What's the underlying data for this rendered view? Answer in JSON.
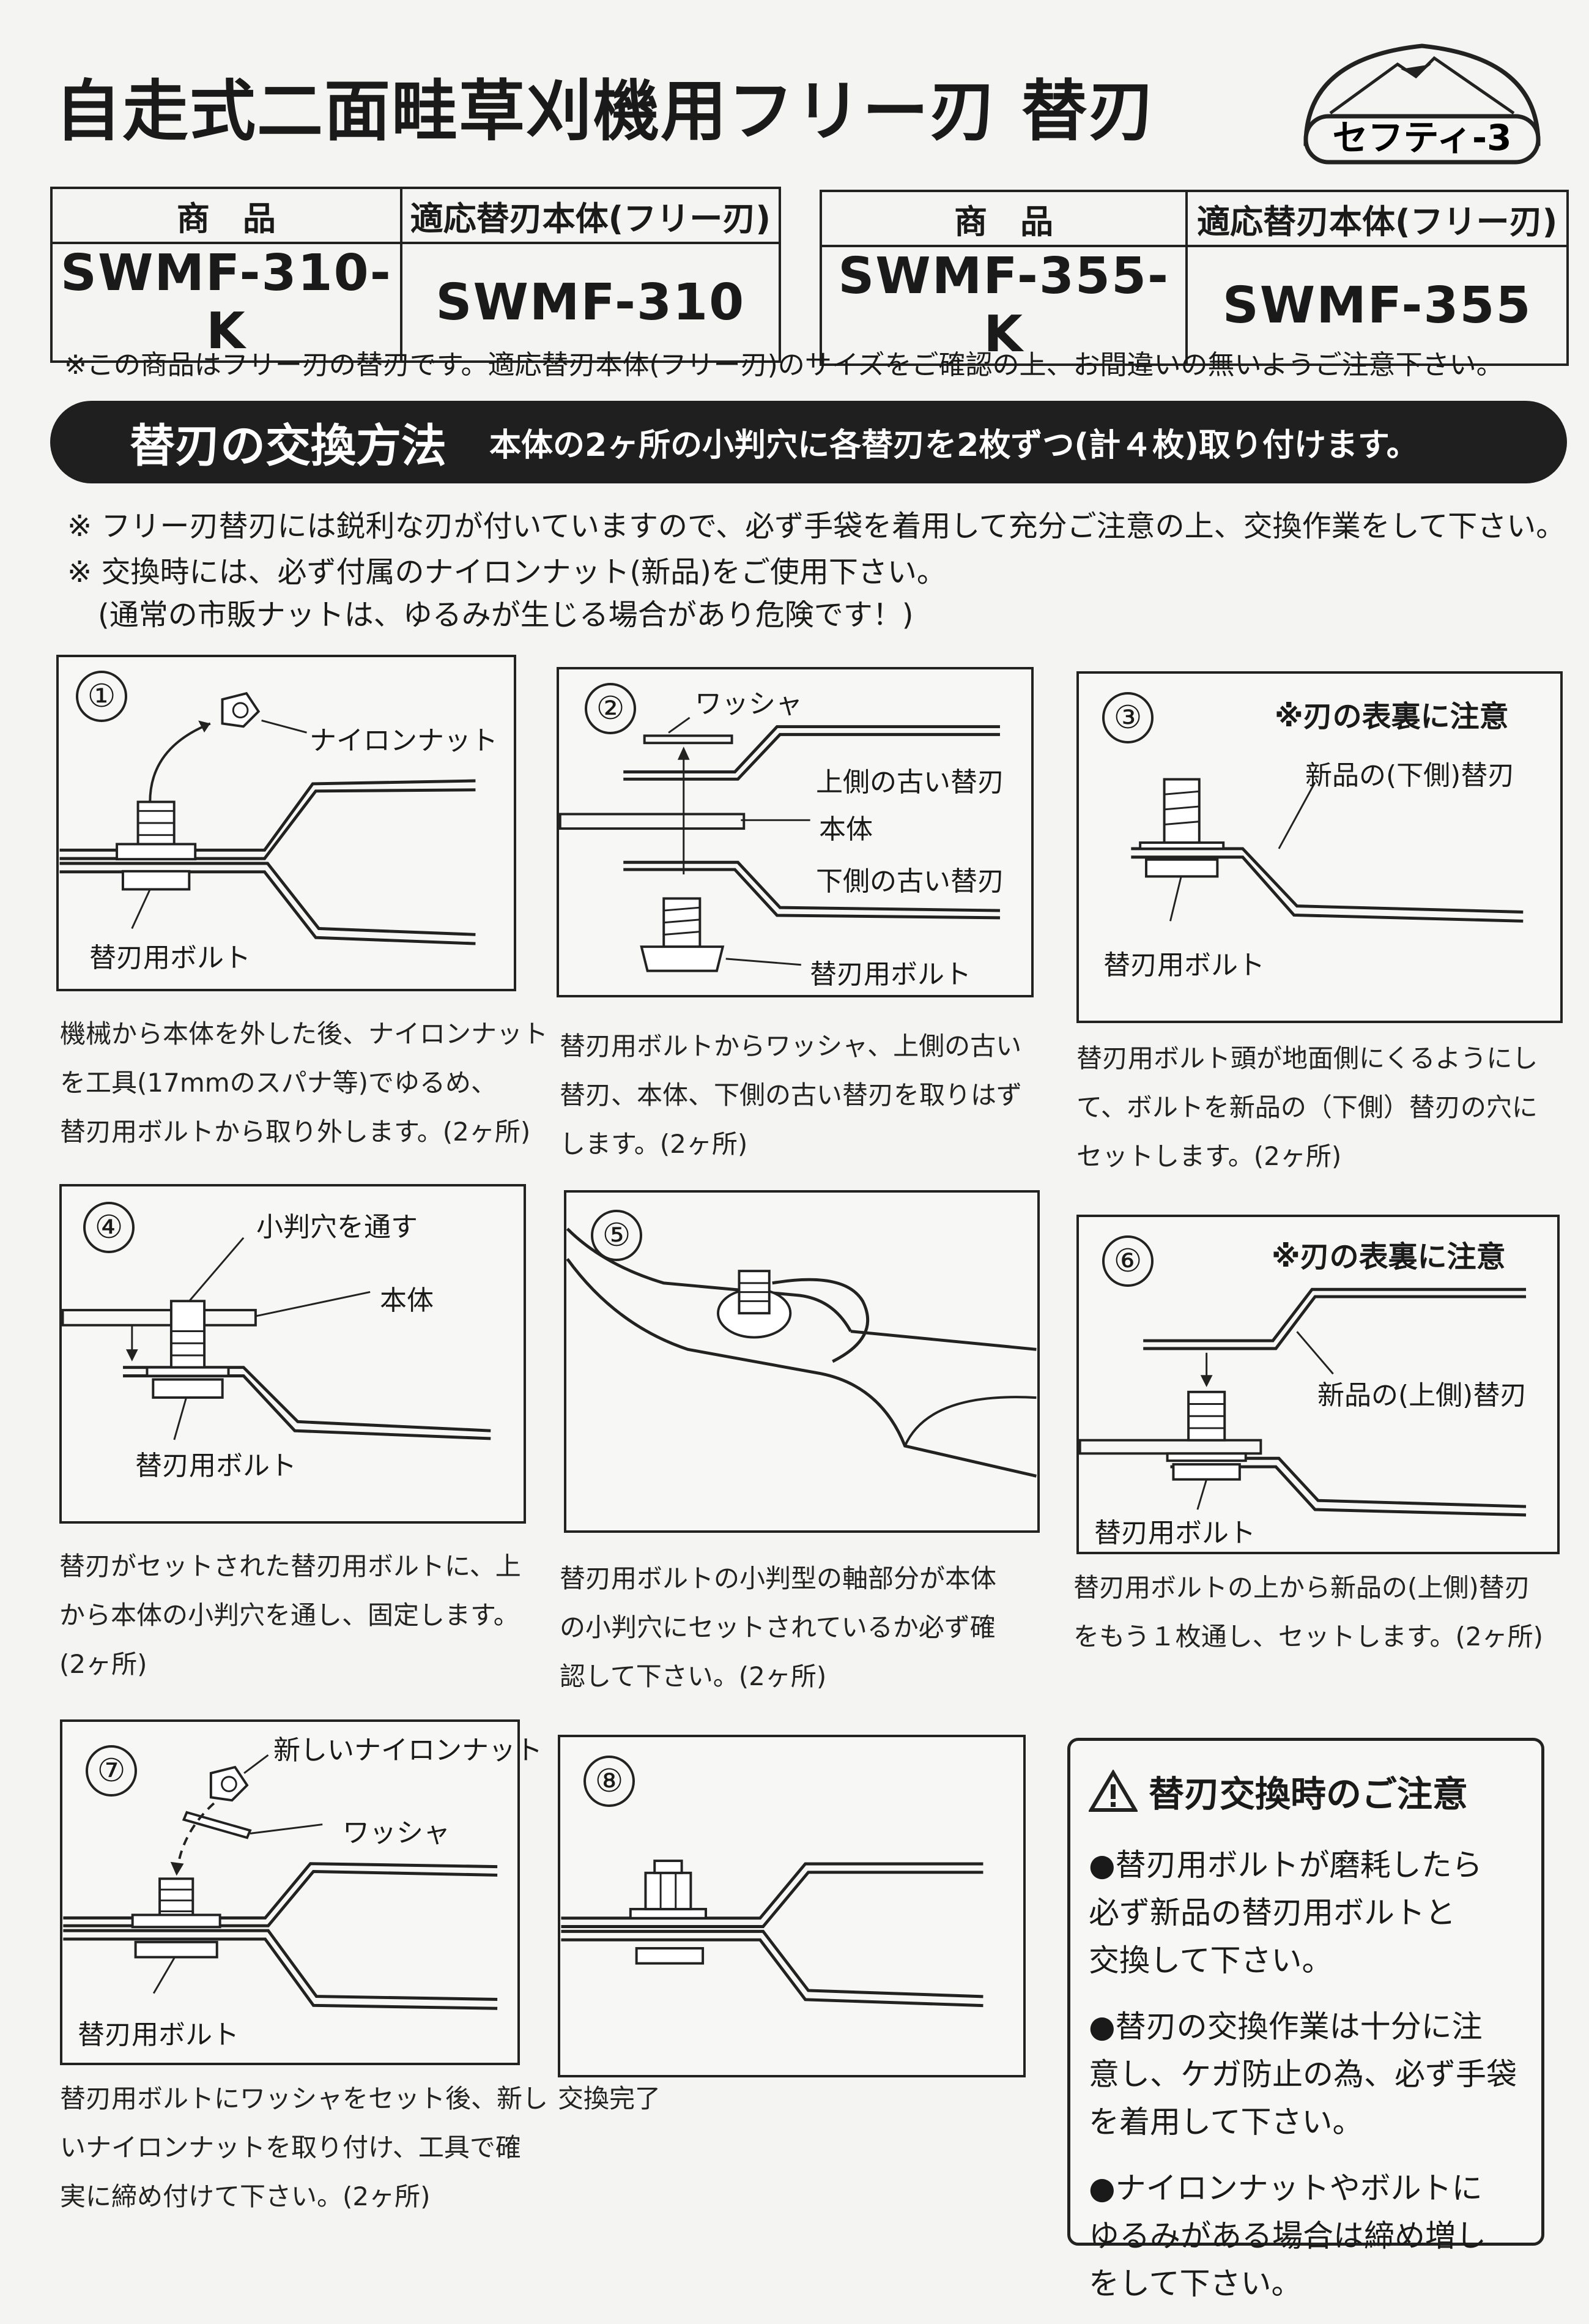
{
  "title": "自走式二面畦草刈機用フリー刃 替刃",
  "logo_text": "セフティ-3",
  "tables": [
    {
      "head_product": "商　品",
      "head_body": "適応替刃本体(フリー刃)",
      "product": "SWMF-310-K",
      "body": "SWMF-310"
    },
    {
      "head_product": "商　品",
      "head_body": "適応替刃本体(フリー刃)",
      "product": "SWMF-355-K",
      "body": "SWMF-355"
    }
  ],
  "note_top": "※この商品はフリー刃の替刃です。適応替刃本体(フリー刃)のサイズをご確認の上、お間違いの無いようご注意下さい。",
  "banner": {
    "title": "替刃の交換方法",
    "subtitle": "本体の2ヶ所の小判穴に各替刃を2枚ずつ(計４枚)取り付けます。"
  },
  "warnings": [
    "※ フリー刃替刃には鋭利な刃が付いていますので、必ず手袋を着用して充分ご注意の上、交換作業をして下さい。",
    "※ 交換時には、必ず付属のナイロンナット(新品)をご使用下さい。",
    "(通常の市販ナットは、ゆるみが生じる場合があり危険です！)"
  ],
  "steps": [
    {
      "num": "①",
      "labels": [
        "ナイロンナット",
        "替刃用ボルト"
      ],
      "desc": [
        "機械から本体を外した後、ナイロンナット",
        "を工具(17mmのスパナ等)でゆるめ、",
        "替刃用ボルトから取り外します。(2ヶ所)"
      ]
    },
    {
      "num": "②",
      "labels": [
        "ワッシャ",
        "上側の古い替刃",
        "本体",
        "下側の古い替刃",
        "替刃用ボルト"
      ],
      "desc": [
        "替刃用ボルトからワッシャ、上側の古い",
        "替刃、本体、下側の古い替刃を取りはず",
        "します。(2ヶ所)"
      ]
    },
    {
      "num": "③",
      "labels": [
        "※刃の表裏に注意",
        "新品の(下側)替刃",
        "替刃用ボルト"
      ],
      "desc": [
        "替刃用ボルト頭が地面側にくるようにし",
        "て、ボルトを新品の（下側）替刃の穴に",
        "セットします。(2ヶ所)"
      ]
    },
    {
      "num": "④",
      "labels": [
        "小判穴を通す",
        "本体",
        "替刃用ボルト"
      ],
      "desc": [
        "替刃がセットされた替刃用ボルトに、上",
        "から本体の小判穴を通し、固定します。",
        "(2ヶ所)"
      ]
    },
    {
      "num": "⑤",
      "labels": [],
      "desc": [
        "替刃用ボルトの小判型の軸部分が本体",
        "の小判穴にセットされているか必ず確",
        "認して下さい。(2ヶ所)"
      ]
    },
    {
      "num": "⑥",
      "labels": [
        "※刃の表裏に注意",
        "新品の(上側)替刃",
        "替刃用ボルト"
      ],
      "desc": [
        "替刃用ボルトの上から新品の(上側)替刃",
        "をもう１枚通し、セットします。(2ヶ所)"
      ]
    },
    {
      "num": "⑦",
      "labels": [
        "新しいナイロンナット",
        "ワッシャ",
        "替刃用ボルト"
      ],
      "desc": [
        "替刃用ボルトにワッシャをセット後、新し",
        "いナイロンナットを取り付け、工具で確",
        "実に締め付けて下さい。(2ヶ所)"
      ]
    },
    {
      "num": "⑧",
      "labels": [],
      "desc": [
        "交換完了"
      ]
    }
  ],
  "caution": {
    "title": "替刃交換時のご注意",
    "items": [
      [
        "●替刃用ボルトが磨耗したら",
        "必ず新品の替刃用ボルトと",
        "交換して下さい。"
      ],
      [
        "●替刃の交換作業は十分に注",
        "意し、ケガ防止の為、必ず手袋",
        "を着用して下さい。"
      ],
      [
        "●ナイロンナットやボルトに",
        "ゆるみがある場合は締め増し",
        "をして下さい。"
      ]
    ]
  }
}
